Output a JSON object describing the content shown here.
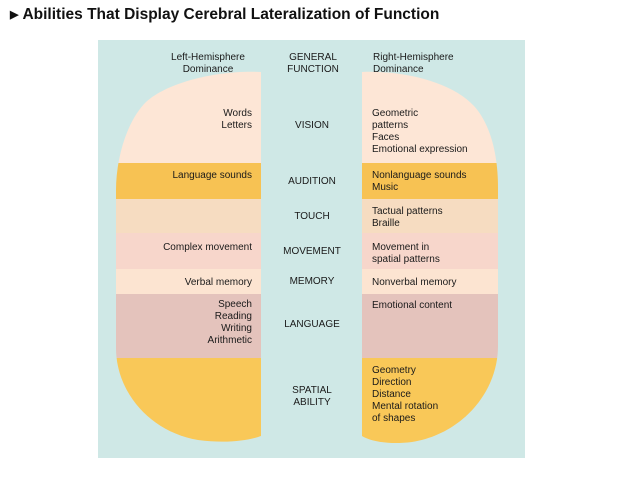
{
  "title": "Abilities That Display Cerebral Lateralization of Function",
  "headers": {
    "left": "Left-Hemisphere\nDominance",
    "center": "GENERAL\nFUNCTION",
    "right": "Right-Hemisphere\nDominance"
  },
  "functions": {
    "vision": "VISION",
    "audition": "AUDITION",
    "touch": "TOUCH",
    "movement": "MOVEMENT",
    "memory": "MEMORY",
    "language": "LANGUAGE",
    "spatial": "SPATIAL\nABILITY"
  },
  "left": {
    "vision": "Words\nLetters",
    "audition": "Language sounds",
    "movement": "Complex movement",
    "memory": "Verbal memory",
    "language": "Speech\nReading\nWriting\nArithmetic"
  },
  "right": {
    "vision": "Geometric\npatterns\nFaces\nEmotional expression",
    "audition": "Nonlanguage sounds\nMusic",
    "touch": "Tactual patterns\nBraille",
    "movement": "Movement in\nspatial patterns",
    "memory": "Nonverbal memory",
    "language": "Emotional content",
    "spatial": "Geometry\nDirection\nDistance\nMental rotation\nof shapes"
  },
  "colors": {
    "panel": "#cfe8e6",
    "vision": "#fde6d6",
    "audition": "#f7c253",
    "touch": "#f6dcc1",
    "movement": "#f7d6cb",
    "memory": "#fce4d1",
    "language": "#e4c3bc",
    "spatial": "#f9c858"
  }
}
